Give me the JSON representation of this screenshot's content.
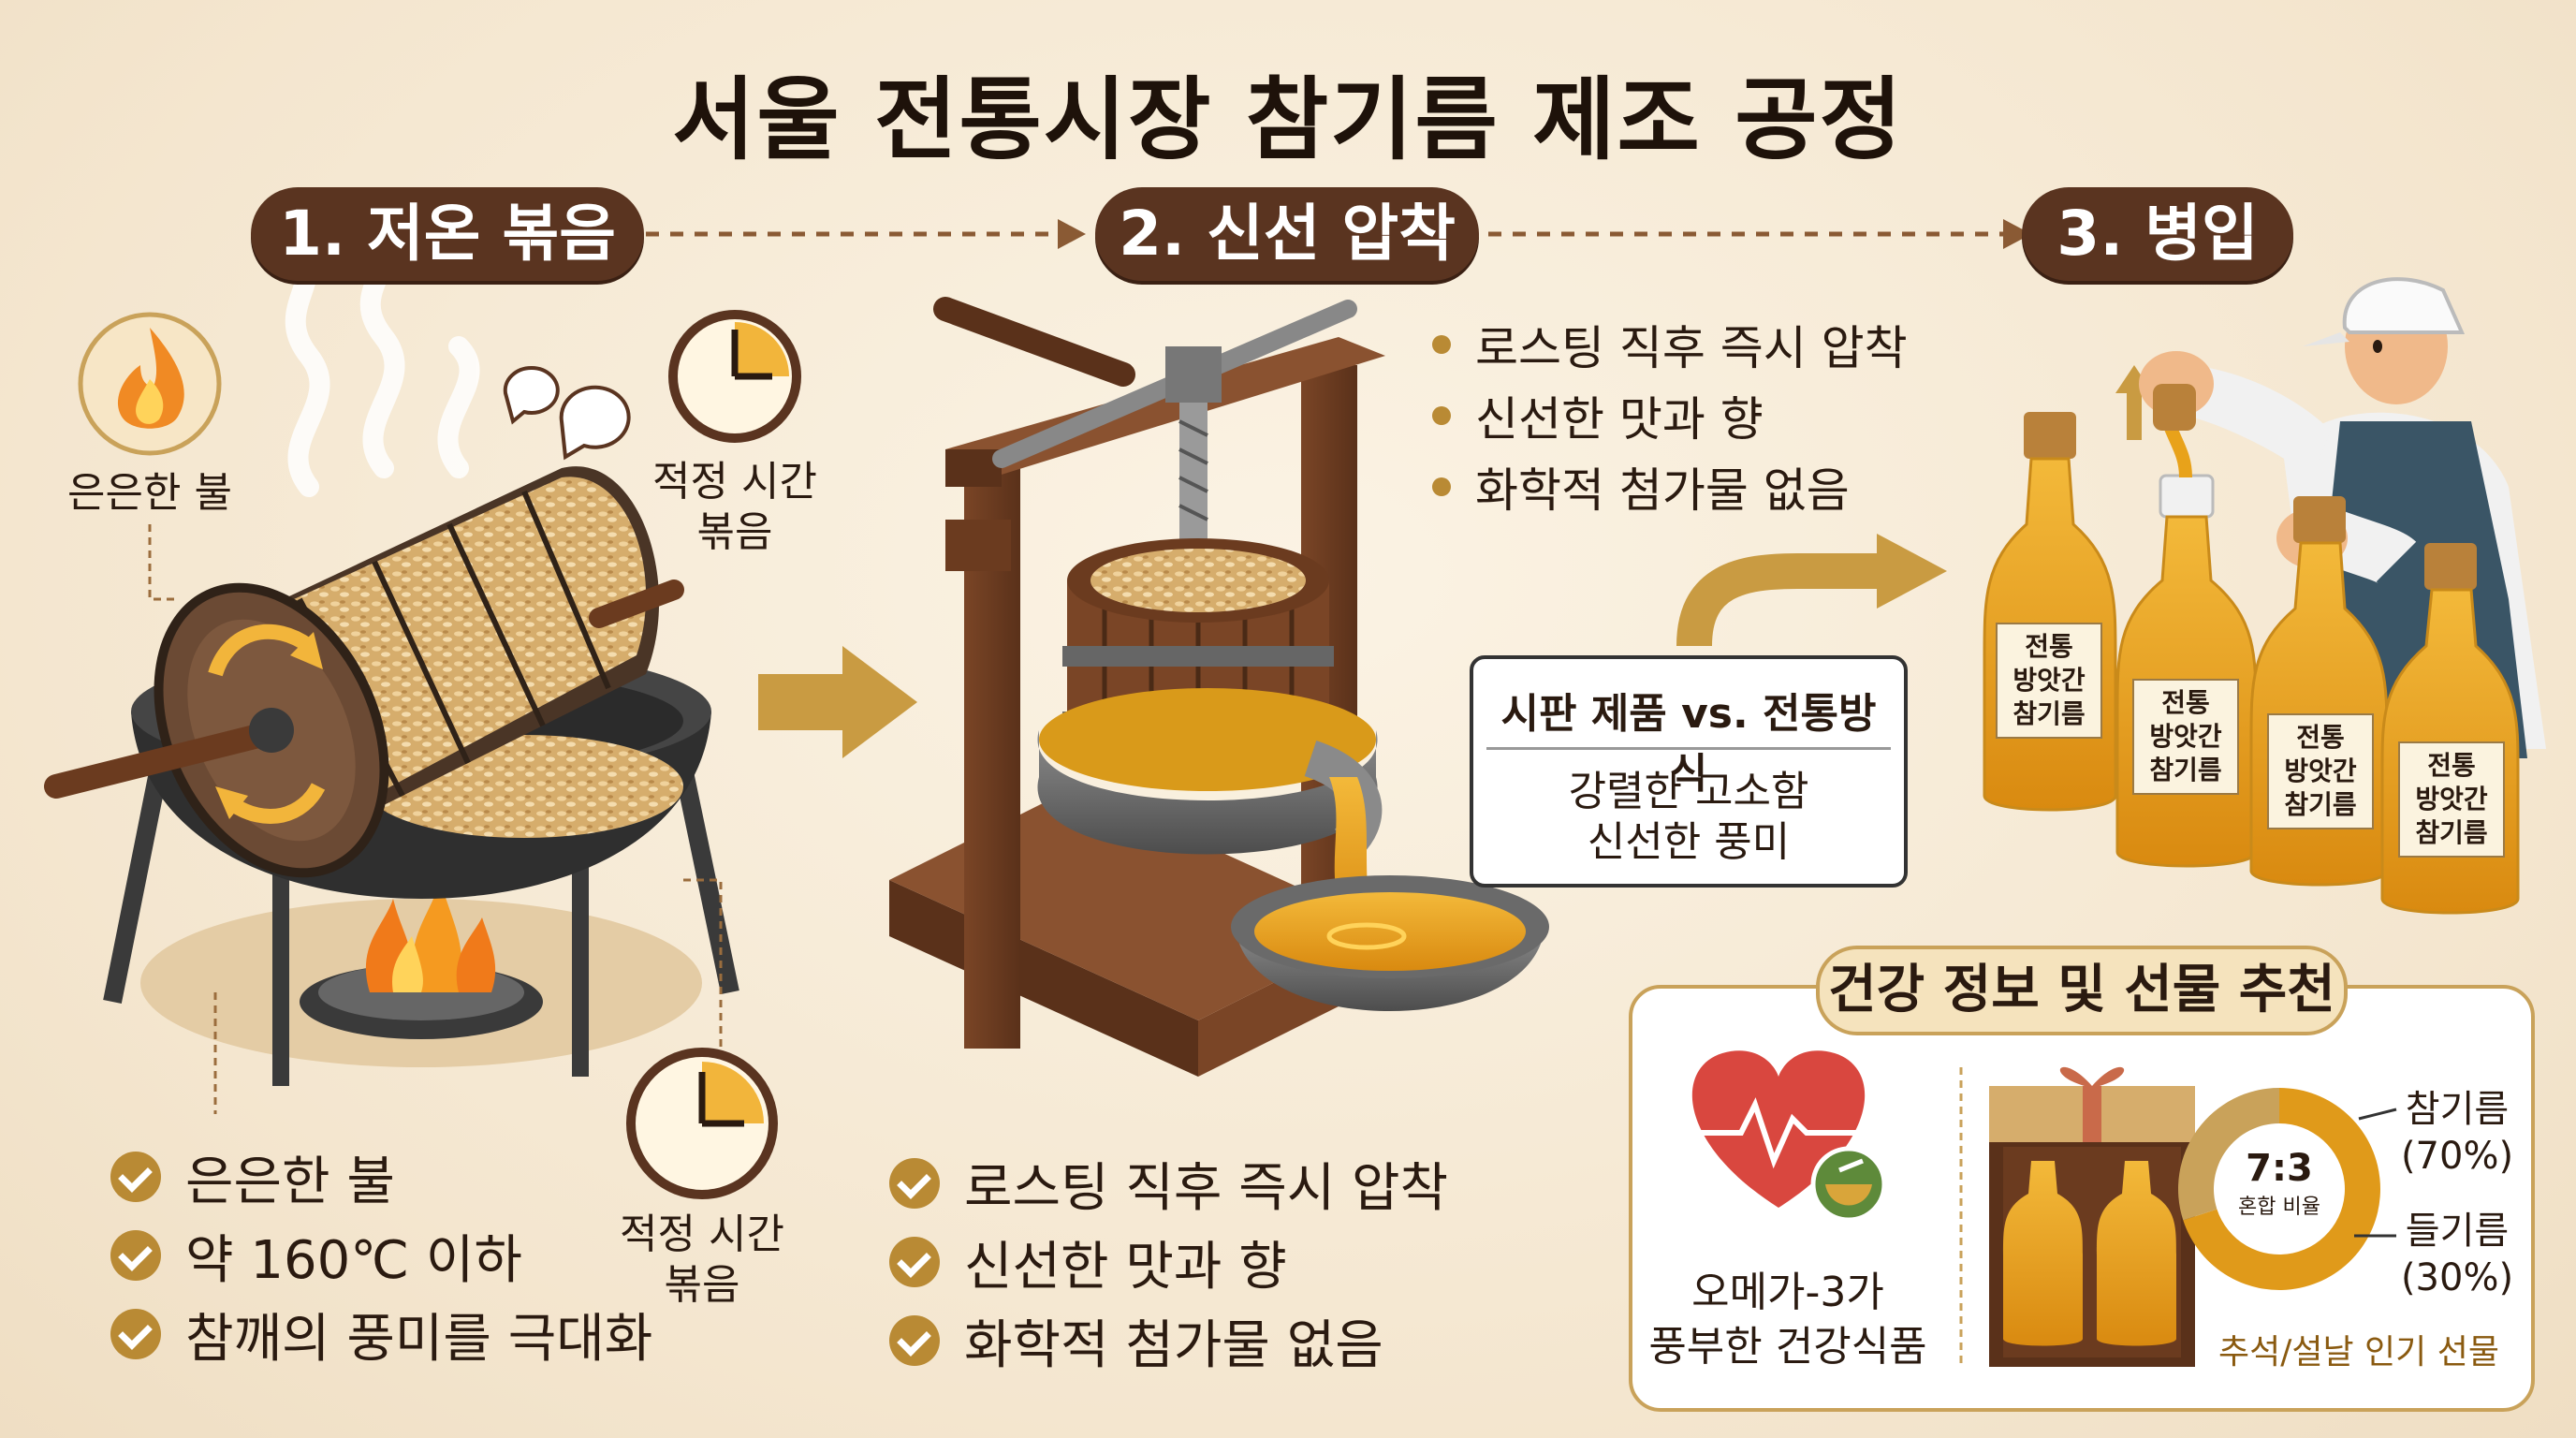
{
  "title": "서울 전통시장 참기름 제조 공정",
  "steps": [
    {
      "label": "1. 저온 볶음"
    },
    {
      "label": "2. 신선 압착"
    },
    {
      "label": "3. 병입"
    }
  ],
  "roast": {
    "fire_label": "은은한 불",
    "timer_top_label_l1": "적정 시간",
    "timer_top_label_l2": "볶음",
    "timer_bottom_label_l1": "적정 시간",
    "timer_bottom_label_l2": "볶음",
    "checks": [
      "은은한 불",
      "약 160℃ 이하",
      "참깨의 풍미를 극대화"
    ]
  },
  "press": {
    "bullets": [
      "로스팅 직후 즉시 압착",
      "신선한 맛과 향",
      "화학적 첨가물 없음"
    ],
    "checks": [
      "로스팅 직후 즉시 압착",
      "신선한 맛과 향",
      "화학적 첨가물 없음"
    ],
    "compare_title": "시판 제품 vs. 전통방식",
    "compare_l1": "강렬한 고소함",
    "compare_l2": "신선한 풍미"
  },
  "bottles": {
    "label_l1": "전통",
    "label_l2": "방앗간",
    "label_l3": "참기름"
  },
  "health": {
    "title": "건강 정보 및 선물 추천",
    "omega_l1": "오메가-3가",
    "omega_l2": "풍부한 건강식품",
    "ratio": "7:3",
    "ratio_caption": "혼합 비율",
    "sesame_label": "참기름",
    "sesame_pct": "(70%)",
    "perilla_label": "들기름",
    "perilla_pct": "(30%)",
    "gift_caption": "추석/설날 인기 선물"
  },
  "chart_data": {
    "type": "pie",
    "categories": [
      "참기름",
      "들기름"
    ],
    "values": [
      70,
      30
    ]
  },
  "colors": {
    "pill": "#5a3420",
    "accent_gold": "#b98a34",
    "oil": "#e8a21a",
    "wood": "#6b3b1f"
  }
}
